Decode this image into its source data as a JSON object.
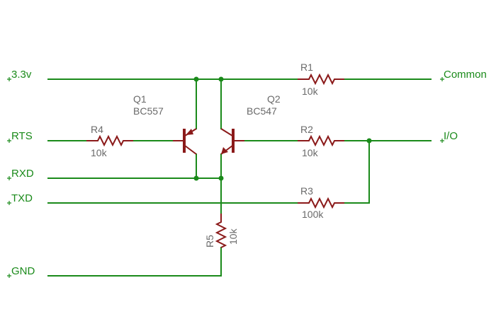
{
  "nets": {
    "v33": "3.3v",
    "rts": "RTS",
    "rxd": "RXD",
    "txd": "TXD",
    "gnd": "GND",
    "common": "Common",
    "io": "I/O"
  },
  "parts": {
    "q1": {
      "ref": "Q1",
      "value": "BC557"
    },
    "q2": {
      "ref": "Q2",
      "value": "BC547"
    },
    "r1": {
      "ref": "R1",
      "value": "10k"
    },
    "r2": {
      "ref": "R2",
      "value": "10k"
    },
    "r3": {
      "ref": "R3",
      "value": "100k"
    },
    "r4": {
      "ref": "R4",
      "value": "10k"
    },
    "r5": {
      "ref": "R5",
      "value": "10k"
    }
  },
  "colors": {
    "wire": "#1a8a1a",
    "component": "#8b1a1a",
    "label": "#6a6a6a"
  }
}
